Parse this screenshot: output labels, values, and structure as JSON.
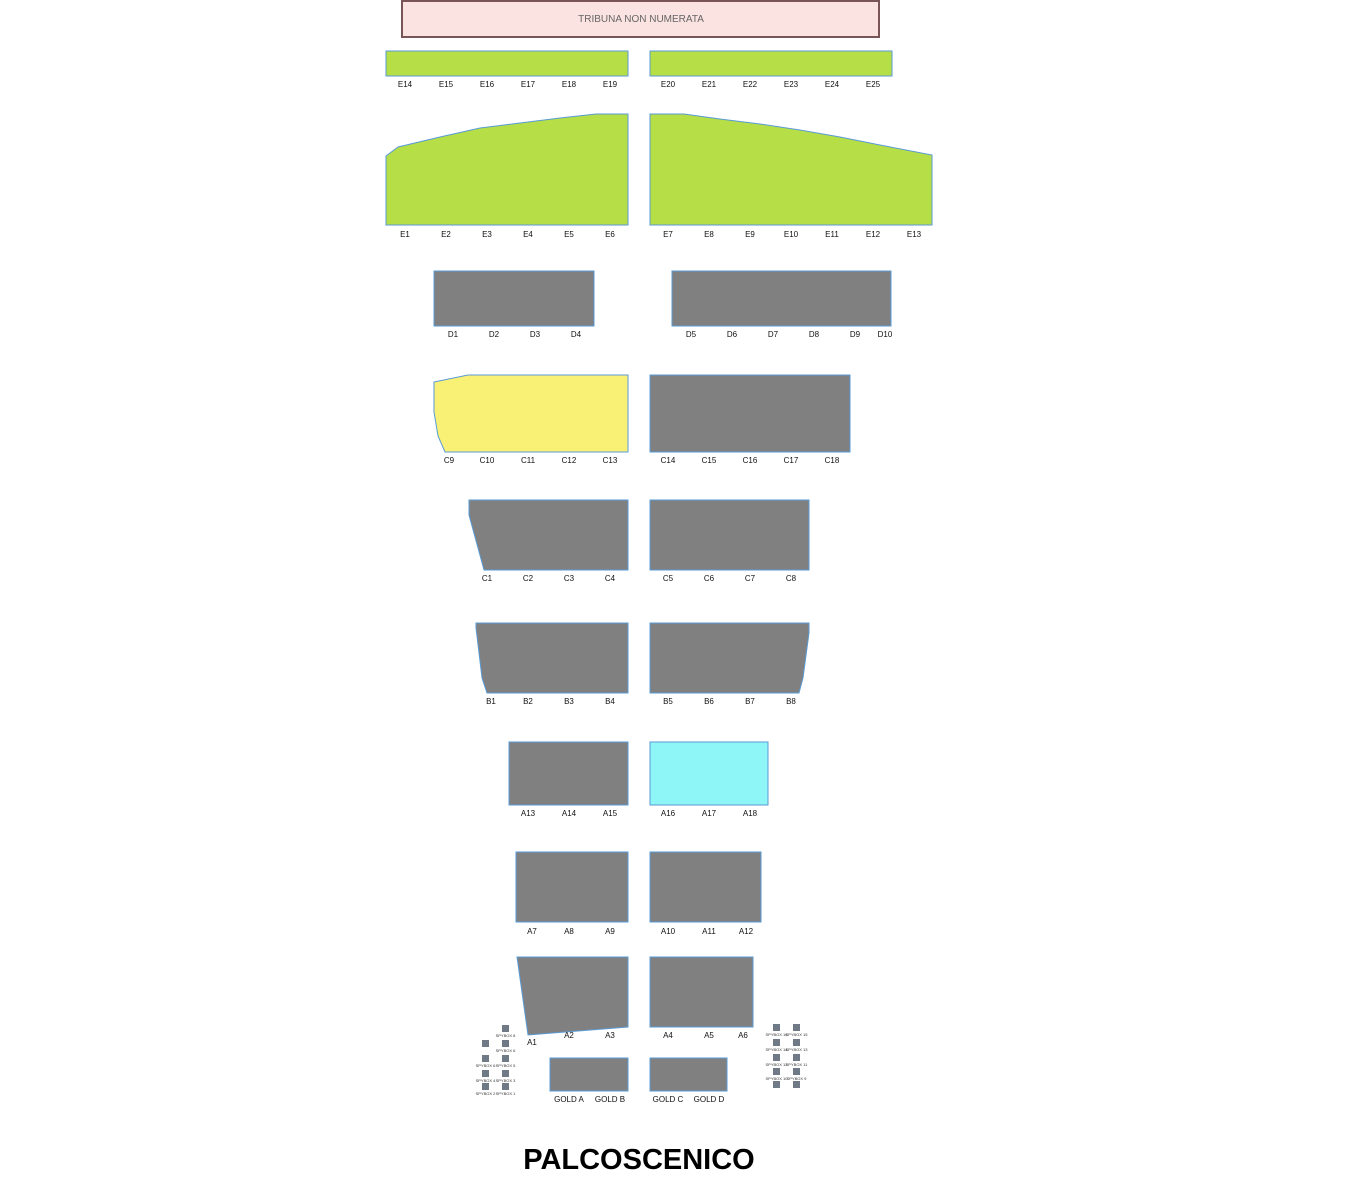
{
  "colors": {
    "green": "#b5de47",
    "gray": "#808080",
    "yellow": "#f9f076",
    "cyan": "#8ff6f8",
    "tribuna_fill": "#fbe3e1",
    "tribuna_border": "#7a5555",
    "sector_border": "#5a9bd5",
    "spy_square": "#707a86"
  },
  "tribuna": {
    "label": "TRIBUNA NON NUMERATA"
  },
  "stage": {
    "label": "PALCOSCENICO"
  },
  "sectors": [
    {
      "id": "E-top-left",
      "color": "green",
      "labels": [
        "E14",
        "E15",
        "E16",
        "E17",
        "E18",
        "E19"
      ]
    },
    {
      "id": "E-top-right",
      "color": "green",
      "labels": [
        "E20",
        "E21",
        "E22",
        "E23",
        "E24",
        "E25"
      ]
    },
    {
      "id": "E-left",
      "color": "green",
      "labels": [
        "E1",
        "E2",
        "E3",
        "E4",
        "E5",
        "E6"
      ]
    },
    {
      "id": "E-right",
      "color": "green",
      "labels": [
        "E7",
        "E8",
        "E9",
        "E10",
        "E11",
        "E12",
        "E13"
      ]
    },
    {
      "id": "D-left",
      "color": "gray",
      "labels": [
        "D1",
        "D2",
        "D3",
        "D4"
      ]
    },
    {
      "id": "D-right",
      "color": "gray",
      "labels": [
        "D5",
        "D6",
        "D7",
        "D8",
        "D9",
        "D10"
      ]
    },
    {
      "id": "C-upper-left",
      "color": "yellow",
      "labels": [
        "C9",
        "C10",
        "C11",
        "C12",
        "C13"
      ]
    },
    {
      "id": "C-upper-right",
      "color": "gray",
      "labels": [
        "C14",
        "C15",
        "C16",
        "C17",
        "C18"
      ]
    },
    {
      "id": "C-lower-left",
      "color": "gray",
      "labels": [
        "C1",
        "C2",
        "C3",
        "C4"
      ]
    },
    {
      "id": "C-lower-right",
      "color": "gray",
      "labels": [
        "C5",
        "C6",
        "C7",
        "C8"
      ]
    },
    {
      "id": "B-left",
      "color": "gray",
      "labels": [
        "B1",
        "B2",
        "B3",
        "B4"
      ]
    },
    {
      "id": "B-right",
      "color": "gray",
      "labels": [
        "B5",
        "B6",
        "B7",
        "B8"
      ]
    },
    {
      "id": "A-upper-left",
      "color": "gray",
      "labels": [
        "A13",
        "A14",
        "A15"
      ]
    },
    {
      "id": "A-upper-right",
      "color": "cyan",
      "labels": [
        "A16",
        "A17",
        "A18"
      ]
    },
    {
      "id": "A-mid-left",
      "color": "gray",
      "labels": [
        "A7",
        "A8",
        "A9"
      ]
    },
    {
      "id": "A-mid-right",
      "color": "gray",
      "labels": [
        "A10",
        "A11",
        "A12"
      ]
    },
    {
      "id": "A-low-left",
      "color": "gray",
      "labels": [
        "A1",
        "A2",
        "A3"
      ]
    },
    {
      "id": "A-low-right",
      "color": "gray",
      "labels": [
        "A4",
        "A5",
        "A6"
      ]
    },
    {
      "id": "gold-left",
      "color": "gray",
      "labels": [
        "GOLD A",
        "GOLD B"
      ]
    },
    {
      "id": "gold-right",
      "color": "gray",
      "labels": [
        "GOLD C",
        "GOLD D"
      ]
    }
  ],
  "spy_left_labels": [
    "SPYBOX 8",
    "SPYBOX 6",
    "SPYBOX 5",
    "SPYBOX 4",
    "SPYBOX 3",
    "SPYBOX 2",
    "SPYBOX 1"
  ],
  "spy_right_labels": [
    "SPYBOX 16",
    "SPYBOX 15",
    "SPYBOX 14",
    "SPYBOX 13",
    "SPYBOX 12",
    "SPYBOX 11",
    "SPYBOX 10",
    "SPYBOX 9"
  ]
}
